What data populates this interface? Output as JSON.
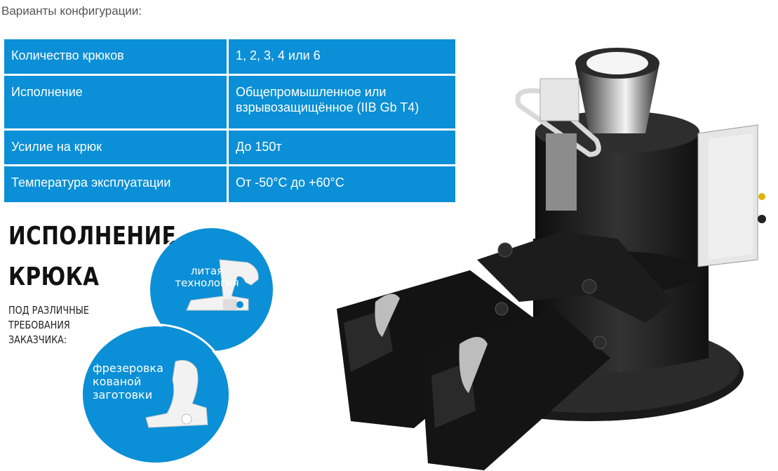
{
  "heading": "Варианты конфигурации:",
  "spec_table": {
    "rows": [
      {
        "label": "Количество крюков",
        "value": "1, 2, 3, 4 или 6"
      },
      {
        "label": "Исполнение",
        "value": "Общепромышленное или взрывозащищённое (IIB Gb T4)"
      },
      {
        "label": "Усилие на крюк",
        "value": "До 150т"
      },
      {
        "label": "Температура эксплуатации",
        "value": "От -50°C до +60°C"
      }
    ]
  },
  "hook_section": {
    "title_line1": "ИСПОЛНЕНИЕ",
    "title_line2": "КРЮКА",
    "subtitle_lines": [
      "ПОД РАЗЛИЧНЫЕ",
      "ТРЕБОВАНИЯ",
      "ЗАКАЗЧИКА:"
    ],
    "circle1_lines": [
      "литая",
      "технология"
    ],
    "circle2_lines": [
      "фрезеровка",
      "кованой",
      "заготовки"
    ]
  },
  "colors": {
    "accent": "#0b8fd6",
    "text": "#555555",
    "machine": "#1e1e1e",
    "panel": "#e6e6e6"
  }
}
